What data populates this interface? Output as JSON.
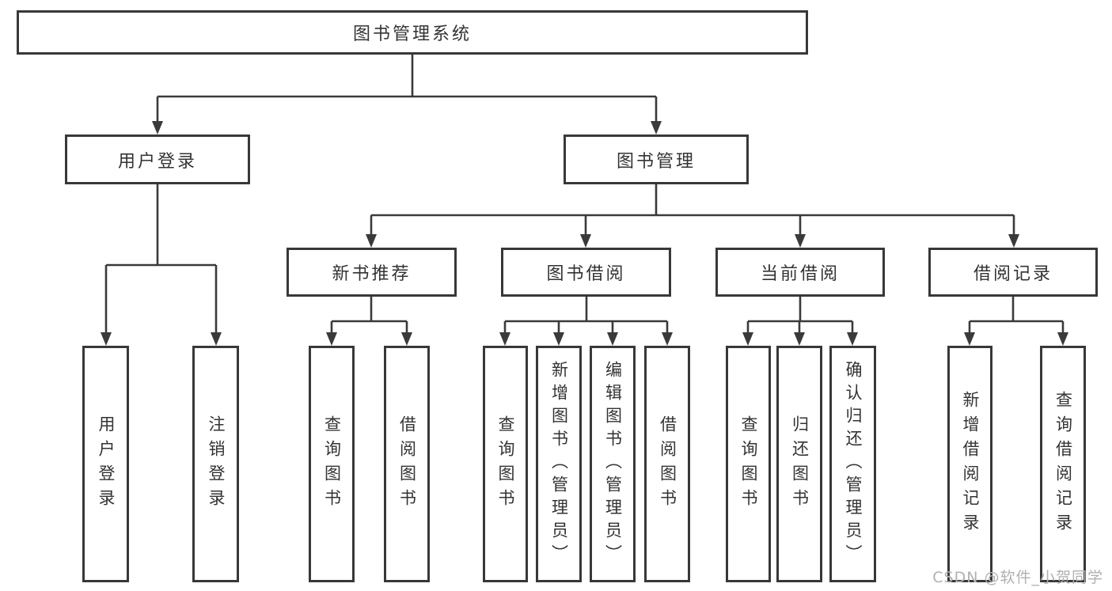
{
  "diagram": {
    "root": {
      "label": "图书管理系统"
    },
    "branches": [
      {
        "label": "用户登录",
        "children": [
          {
            "label": "用户登录"
          },
          {
            "label": "注销登录"
          }
        ]
      },
      {
        "label": "图书管理",
        "children": [
          {
            "label": "新书推荐",
            "children": [
              {
                "label": "查询图书"
              },
              {
                "label": "借阅图书"
              }
            ]
          },
          {
            "label": "图书借阅",
            "children": [
              {
                "label": "查询图书"
              },
              {
                "label": "新增图书（管理员）"
              },
              {
                "label": "编辑图书（管理员）"
              },
              {
                "label": "借阅图书"
              }
            ]
          },
          {
            "label": "当前借阅",
            "children": [
              {
                "label": "查询图书"
              },
              {
                "label": "归还图书"
              },
              {
                "label": "确认归还（管理员）"
              }
            ]
          },
          {
            "label": "借阅记录",
            "children": [
              {
                "label": "新增借阅记录"
              },
              {
                "label": "查询借阅记录"
              }
            ]
          }
        ]
      }
    ]
  },
  "watermark": {
    "text": "CSDN @软件_小贺同学"
  },
  "colors": {
    "line": "#3a3a3a",
    "box_border": "#383838",
    "text": "#333333",
    "watermark": "#b0b0b0",
    "background": "#ffffff"
  }
}
